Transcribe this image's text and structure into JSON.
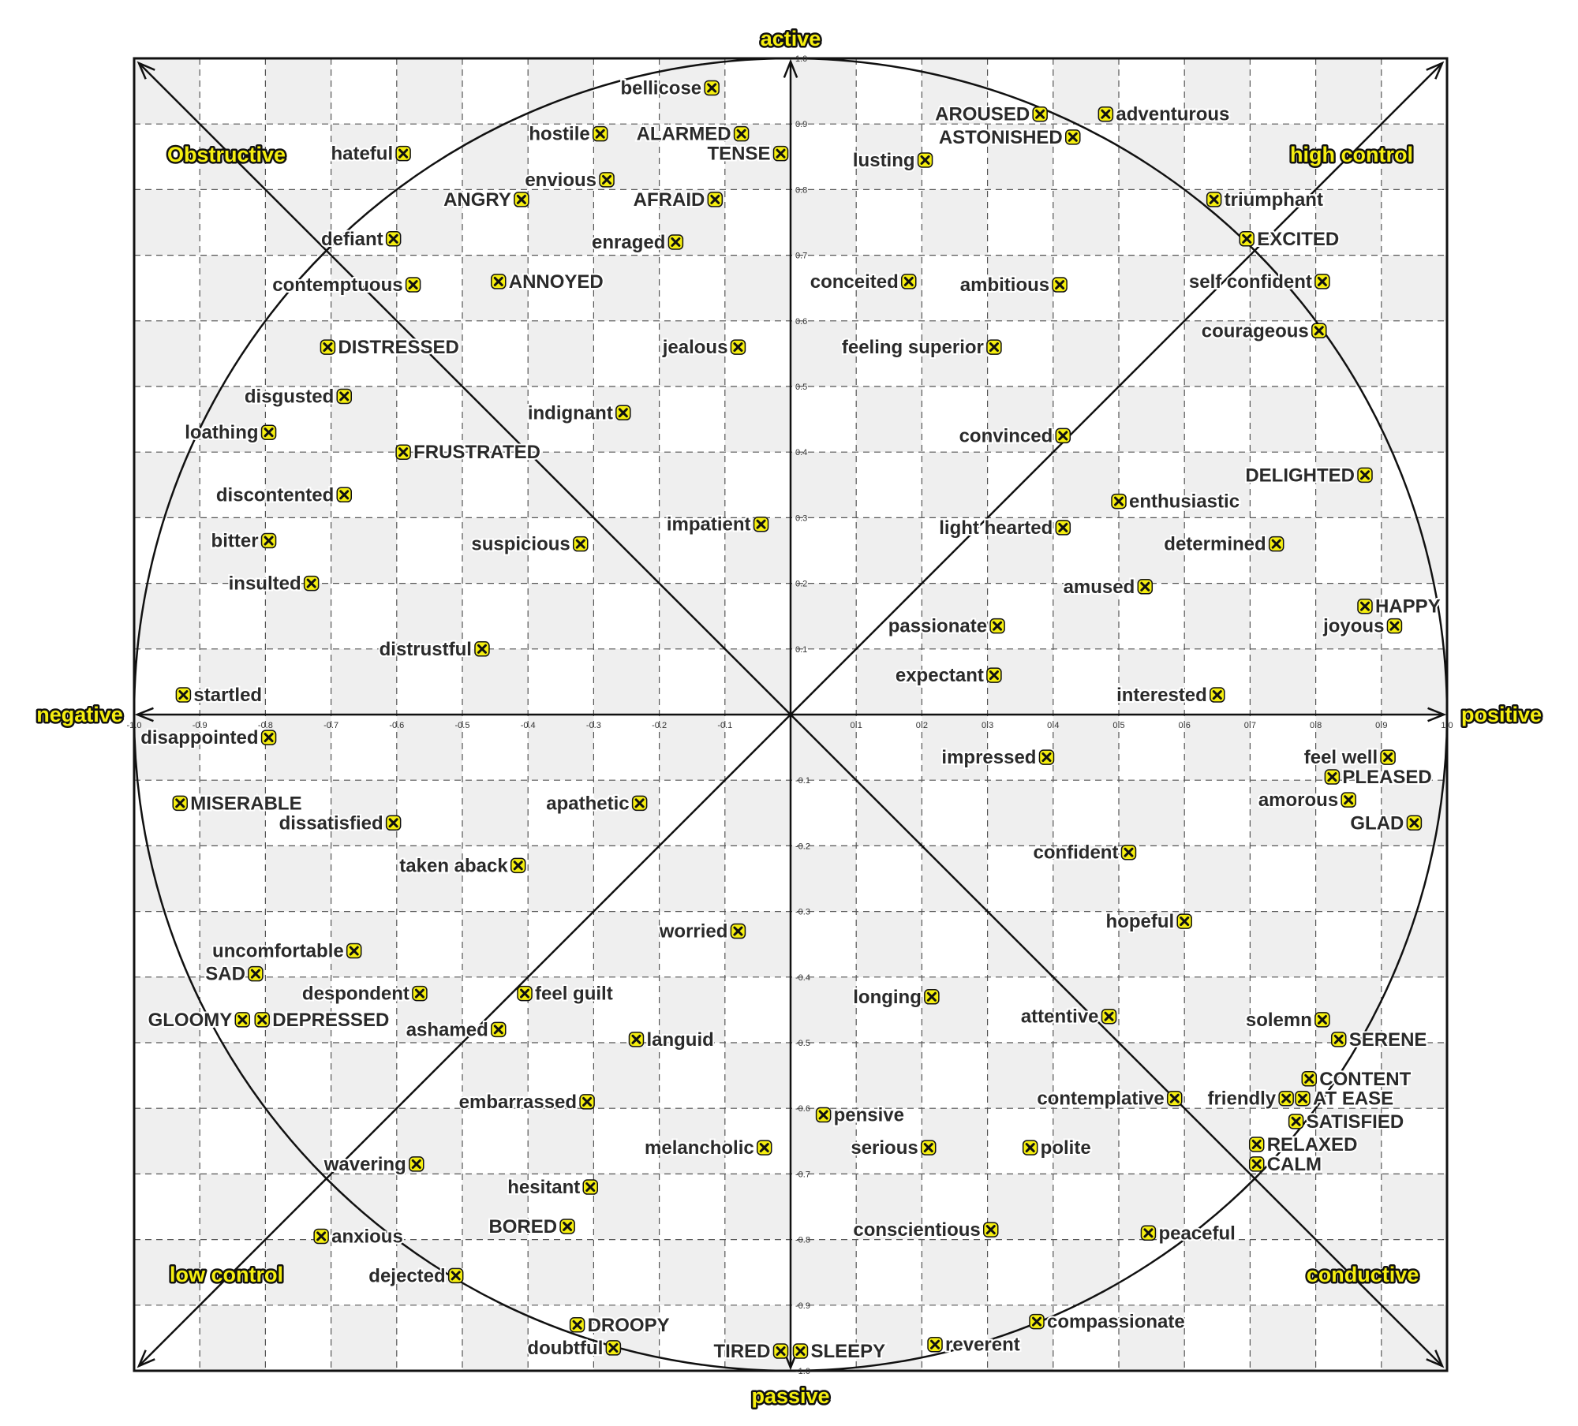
{
  "colors": {
    "background": "#ffffff",
    "checker": "#efefef",
    "axis": "#111111",
    "grid": "#555555",
    "marker_fill": "#f5ee10",
    "label_text": "#2a2a2a"
  },
  "axis_labels": {
    "top": "active",
    "bottom": "passive",
    "left": "negative",
    "right": "positive",
    "top_left": "Obstructive",
    "top_right": "high control",
    "bottom_left": "low control",
    "bottom_right": "conductive"
  },
  "chart_data": {
    "type": "scatter",
    "xlim": [
      -1.0,
      1.0
    ],
    "ylim": [
      -1.0,
      1.0
    ],
    "grid": true,
    "x_ticks": [
      "-1.0",
      "-0.9",
      "-0.8",
      "-0.7",
      "-0.6",
      "-0.5",
      "-0.4",
      "-0.3",
      "-0.2",
      "-0.1",
      "0.1",
      "0.2",
      "0.3",
      "0.4",
      "0.5",
      "0.6",
      "0.7",
      "0.8",
      "0.9",
      "1.0"
    ],
    "y_ticks": [
      "1.0",
      "0.9",
      "0.8",
      "0.7",
      "0.6",
      "0.5",
      "0.4",
      "0.3",
      "0.2",
      "0.1",
      "-0.1",
      "-0.2",
      "-0.3",
      "-0.4",
      "-0.5",
      "-0.6",
      "-0.7",
      "-0.8",
      "-0.9",
      "-1.0"
    ],
    "points": [
      {
        "label": "bellicose",
        "x": -0.12,
        "y": 0.955,
        "side": "left"
      },
      {
        "label": "hostile",
        "x": -0.29,
        "y": 0.885,
        "side": "left"
      },
      {
        "label": "ALARMED",
        "x": -0.075,
        "y": 0.885,
        "side": "left"
      },
      {
        "label": "TENSE",
        "x": -0.015,
        "y": 0.855,
        "side": "left"
      },
      {
        "label": "hateful",
        "x": -0.59,
        "y": 0.855,
        "side": "left"
      },
      {
        "label": "envious",
        "x": -0.28,
        "y": 0.815,
        "side": "left"
      },
      {
        "label": "ANGRY",
        "x": -0.41,
        "y": 0.785,
        "side": "left"
      },
      {
        "label": "AFRAID",
        "x": -0.115,
        "y": 0.785,
        "side": "left"
      },
      {
        "label": "defiant",
        "x": -0.605,
        "y": 0.725,
        "side": "left"
      },
      {
        "label": "enraged",
        "x": -0.175,
        "y": 0.72,
        "side": "left"
      },
      {
        "label": "contemptuous",
        "x": -0.575,
        "y": 0.655,
        "side": "left"
      },
      {
        "label": "ANNOYED",
        "x": -0.445,
        "y": 0.66,
        "side": "right"
      },
      {
        "label": "DISTRESSED",
        "x": -0.705,
        "y": 0.56,
        "side": "right"
      },
      {
        "label": "jealous",
        "x": -0.08,
        "y": 0.56,
        "side": "left"
      },
      {
        "label": "disgusted",
        "x": -0.68,
        "y": 0.485,
        "side": "left"
      },
      {
        "label": "indignant",
        "x": -0.255,
        "y": 0.46,
        "side": "left"
      },
      {
        "label": "loathing",
        "x": -0.795,
        "y": 0.43,
        "side": "left"
      },
      {
        "label": "FRUSTRATED",
        "x": -0.59,
        "y": 0.4,
        "side": "right"
      },
      {
        "label": "discontented",
        "x": -0.68,
        "y": 0.335,
        "side": "left"
      },
      {
        "label": "impatient",
        "x": -0.045,
        "y": 0.29,
        "side": "left"
      },
      {
        "label": "bitter",
        "x": -0.795,
        "y": 0.265,
        "side": "left"
      },
      {
        "label": "suspicious",
        "x": -0.32,
        "y": 0.26,
        "side": "left"
      },
      {
        "label": "insulted",
        "x": -0.73,
        "y": 0.2,
        "side": "left"
      },
      {
        "label": "distrustful",
        "x": -0.47,
        "y": 0.1,
        "side": "left"
      },
      {
        "label": "startled",
        "x": -0.925,
        "y": 0.03,
        "side": "right"
      },
      {
        "label": "disappointed",
        "x": -0.795,
        "y": -0.035,
        "side": "left"
      },
      {
        "label": "MISERABLE",
        "x": -0.93,
        "y": -0.135,
        "side": "right"
      },
      {
        "label": "apathetic",
        "x": -0.23,
        "y": -0.135,
        "side": "left"
      },
      {
        "label": "dissatisfied",
        "x": -0.605,
        "y": -0.165,
        "side": "left"
      },
      {
        "label": "taken aback",
        "x": -0.415,
        "y": -0.23,
        "side": "left"
      },
      {
        "label": "worried",
        "x": -0.08,
        "y": -0.33,
        "side": "left"
      },
      {
        "label": "uncomfortable",
        "x": -0.665,
        "y": -0.36,
        "side": "left"
      },
      {
        "label": "SAD",
        "x": -0.815,
        "y": -0.395,
        "side": "left"
      },
      {
        "label": "despondent",
        "x": -0.565,
        "y": -0.425,
        "side": "left"
      },
      {
        "label": "feel guilt",
        "x": -0.405,
        "y": -0.425,
        "side": "right"
      },
      {
        "label": "GLOOMY",
        "x": -0.835,
        "y": -0.465,
        "side": "left"
      },
      {
        "label": "DEPRESSED",
        "x": -0.805,
        "y": -0.465,
        "side": "right"
      },
      {
        "label": "ashamed",
        "x": -0.445,
        "y": -0.48,
        "side": "left"
      },
      {
        "label": "languid",
        "x": -0.235,
        "y": -0.495,
        "side": "right"
      },
      {
        "label": "embarrassed",
        "x": -0.31,
        "y": -0.59,
        "side": "left"
      },
      {
        "label": "melancholic",
        "x": -0.04,
        "y": -0.66,
        "side": "left"
      },
      {
        "label": "wavering",
        "x": -0.57,
        "y": -0.685,
        "side": "left"
      },
      {
        "label": "hesitant",
        "x": -0.305,
        "y": -0.72,
        "side": "left"
      },
      {
        "label": "BORED",
        "x": -0.34,
        "y": -0.78,
        "side": "left"
      },
      {
        "label": "anxious",
        "x": -0.715,
        "y": -0.795,
        "side": "right"
      },
      {
        "label": "dejected",
        "x": -0.51,
        "y": -0.855,
        "side": "left"
      },
      {
        "label": "DROOPY",
        "x": -0.325,
        "y": -0.93,
        "side": "right"
      },
      {
        "label": "doubtful",
        "x": -0.27,
        "y": -0.965,
        "side": "left"
      },
      {
        "label": "TIRED",
        "x": -0.015,
        "y": -0.97,
        "side": "left"
      },
      {
        "label": "SLEEPY",
        "x": 0.015,
        "y": -0.97,
        "side": "right"
      },
      {
        "label": "AROUSED",
        "x": 0.38,
        "y": 0.915,
        "side": "left"
      },
      {
        "label": "adventurous",
        "x": 0.48,
        "y": 0.915,
        "side": "right"
      },
      {
        "label": "ASTONISHED",
        "x": 0.43,
        "y": 0.88,
        "side": "left"
      },
      {
        "label": "lusting",
        "x": 0.205,
        "y": 0.845,
        "side": "left"
      },
      {
        "label": "triumphant",
        "x": 0.645,
        "y": 0.785,
        "side": "right"
      },
      {
        "label": "EXCITED",
        "x": 0.695,
        "y": 0.725,
        "side": "right"
      },
      {
        "label": "conceited",
        "x": 0.18,
        "y": 0.66,
        "side": "left"
      },
      {
        "label": "ambitious",
        "x": 0.41,
        "y": 0.655,
        "side": "left"
      },
      {
        "label": "self confident",
        "x": 0.81,
        "y": 0.66,
        "side": "left"
      },
      {
        "label": "courageous",
        "x": 0.805,
        "y": 0.585,
        "side": "left"
      },
      {
        "label": "feeling superior",
        "x": 0.31,
        "y": 0.56,
        "side": "left"
      },
      {
        "label": "convinced",
        "x": 0.415,
        "y": 0.425,
        "side": "left"
      },
      {
        "label": "DELIGHTED",
        "x": 0.875,
        "y": 0.365,
        "side": "left"
      },
      {
        "label": "enthusiastic",
        "x": 0.5,
        "y": 0.325,
        "side": "right"
      },
      {
        "label": "light hearted",
        "x": 0.415,
        "y": 0.285,
        "side": "left"
      },
      {
        "label": "determined",
        "x": 0.74,
        "y": 0.26,
        "side": "left"
      },
      {
        "label": "amused",
        "x": 0.54,
        "y": 0.195,
        "side": "left"
      },
      {
        "label": "HAPPY",
        "x": 0.875,
        "y": 0.165,
        "side": "right"
      },
      {
        "label": "joyous",
        "x": 0.92,
        "y": 0.135,
        "side": "left"
      },
      {
        "label": "passionate",
        "x": 0.315,
        "y": 0.135,
        "side": "left"
      },
      {
        "label": "expectant",
        "x": 0.31,
        "y": 0.06,
        "side": "left"
      },
      {
        "label": "interested",
        "x": 0.65,
        "y": 0.03,
        "side": "left"
      },
      {
        "label": "impressed",
        "x": 0.39,
        "y": -0.065,
        "side": "left"
      },
      {
        "label": "feel well",
        "x": 0.91,
        "y": -0.065,
        "side": "left"
      },
      {
        "label": "PLEASED",
        "x": 0.825,
        "y": -0.095,
        "side": "right"
      },
      {
        "label": "amorous",
        "x": 0.85,
        "y": -0.13,
        "side": "left"
      },
      {
        "label": "GLAD",
        "x": 0.95,
        "y": -0.165,
        "side": "left"
      },
      {
        "label": "confident",
        "x": 0.515,
        "y": -0.21,
        "side": "left"
      },
      {
        "label": "hopeful",
        "x": 0.6,
        "y": -0.315,
        "side": "left"
      },
      {
        "label": "longing",
        "x": 0.215,
        "y": -0.43,
        "side": "left"
      },
      {
        "label": "attentive",
        "x": 0.485,
        "y": -0.46,
        "side": "left"
      },
      {
        "label": "solemn",
        "x": 0.81,
        "y": -0.465,
        "side": "left"
      },
      {
        "label": "SERENE",
        "x": 0.835,
        "y": -0.495,
        "side": "right"
      },
      {
        "label": "CONTENT",
        "x": 0.79,
        "y": -0.555,
        "side": "right"
      },
      {
        "label": "contemplative",
        "x": 0.585,
        "y": -0.585,
        "side": "left"
      },
      {
        "label": "friendly",
        "x": 0.755,
        "y": -0.585,
        "side": "left"
      },
      {
        "label": "AT EASE",
        "x": 0.78,
        "y": -0.585,
        "side": "right"
      },
      {
        "label": "pensive",
        "x": 0.05,
        "y": -0.61,
        "side": "right"
      },
      {
        "label": "SATISFIED",
        "x": 0.77,
        "y": -0.62,
        "side": "right"
      },
      {
        "label": "RELAXED",
        "x": 0.71,
        "y": -0.655,
        "side": "right"
      },
      {
        "label": "serious",
        "x": 0.21,
        "y": -0.66,
        "side": "left"
      },
      {
        "label": "polite",
        "x": 0.365,
        "y": -0.66,
        "side": "right"
      },
      {
        "label": "CALM",
        "x": 0.71,
        "y": -0.685,
        "side": "right"
      },
      {
        "label": "conscientious",
        "x": 0.305,
        "y": -0.785,
        "side": "left"
      },
      {
        "label": "peaceful",
        "x": 0.545,
        "y": -0.79,
        "side": "right"
      },
      {
        "label": "compassionate",
        "x": 0.375,
        "y": -0.925,
        "side": "right"
      },
      {
        "label": "reverent",
        "x": 0.22,
        "y": -0.96,
        "side": "right"
      }
    ]
  }
}
